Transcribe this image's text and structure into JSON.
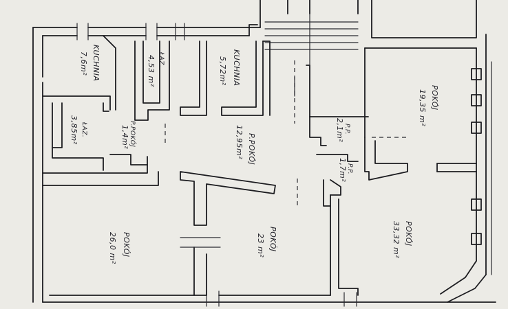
{
  "rooms": [
    {
      "id": "kuchnia-1",
      "name": "KUCHNIA",
      "area": "7,6m²"
    },
    {
      "id": "lazienka-1",
      "name": "ŁAZ.",
      "area": "4,53 m²"
    },
    {
      "id": "kuchnia-2",
      "name": "KUCHNIA",
      "area": "5,72m²"
    },
    {
      "id": "lazienka-2",
      "name": "ŁAZ.",
      "area": "3,85m²"
    },
    {
      "id": "przedpokoj-1",
      "name": "P.POKÓJ",
      "area": "1,4m²"
    },
    {
      "id": "przedpokoj-2",
      "name": "P.POKÓJ",
      "area": "12,95m²"
    },
    {
      "id": "pokoj-1",
      "name": "POKÓJ",
      "area": "19,35 m²"
    },
    {
      "id": "pp-1",
      "name": "P.P.",
      "area": "2,1m²"
    },
    {
      "id": "pp-2",
      "name": "P.P.",
      "area": "1,7m²"
    },
    {
      "id": "pokoj-2",
      "name": "POKÓJ",
      "area": "26,0 m²"
    },
    {
      "id": "pokoj-3",
      "name": "POKÓJ",
      "area": "23 m²"
    },
    {
      "id": "pokoj-4",
      "name": "POKÓJ",
      "area": "33,32 m²"
    }
  ]
}
